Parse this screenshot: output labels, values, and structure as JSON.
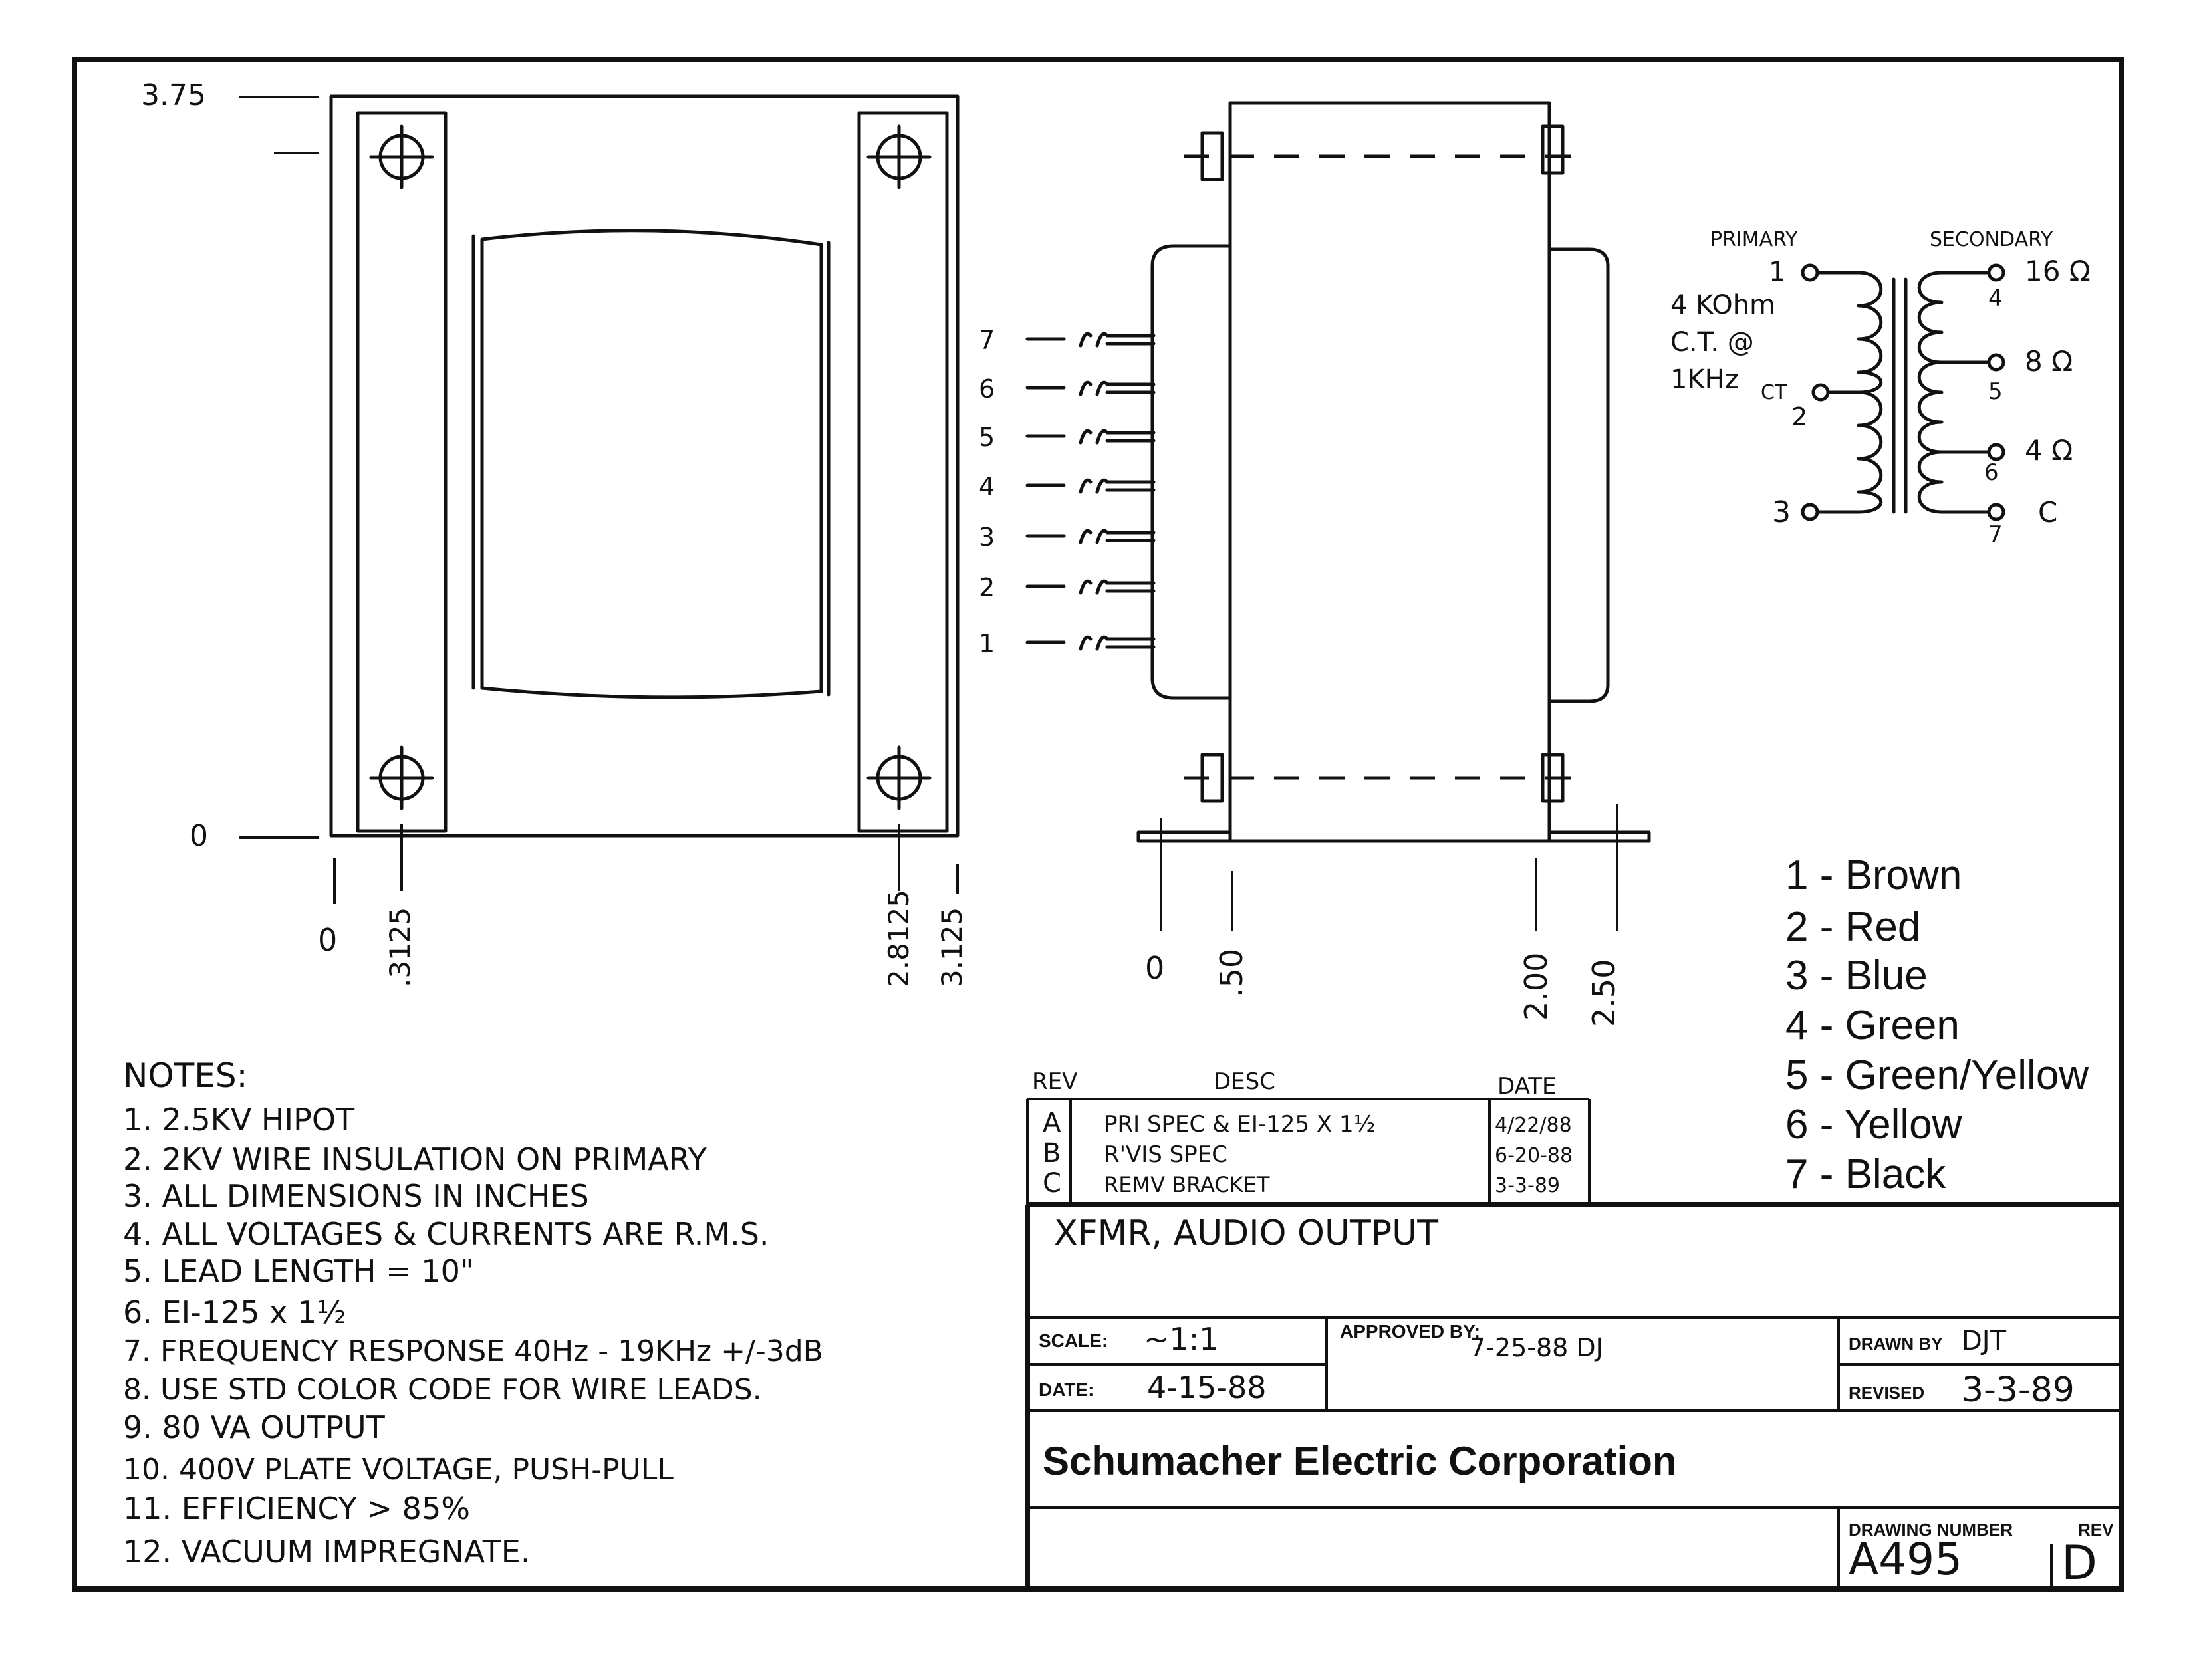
{
  "front_view": {
    "y_dims": [
      "3.75",
      "0"
    ],
    "x_dims": [
      "0",
      ".3125",
      "2.8125",
      "3.125"
    ]
  },
  "side_view": {
    "lead_numbers": [
      "7",
      "6",
      "5",
      "4",
      "3",
      "2",
      "1"
    ],
    "x_dims": [
      "0",
      ".50",
      "2.00",
      "2.50"
    ]
  },
  "schematic": {
    "primary_label": "PRIMARY",
    "secondary_label": "SECONDARY",
    "impedance_lines": [
      "4 KOhm",
      "C.T. @",
      "1KHz"
    ],
    "primary_taps": [
      "1",
      "CT",
      "2",
      "3"
    ],
    "secondary_taps": [
      {
        "pin": "4",
        "label": "16 Ω"
      },
      {
        "pin": "5",
        "label": "8 Ω"
      },
      {
        "pin": "6",
        "label": "4 Ω"
      },
      {
        "pin": "7",
        "label": "C"
      }
    ]
  },
  "color_codes": [
    "1 - Brown",
    "2 -  Red",
    "3 -  Blue",
    "4 - Green",
    "5 - Green/Yellow",
    "6 - Yellow",
    "7 - Black"
  ],
  "notes": {
    "heading": "NOTES:",
    "items": [
      "1. 2.5KV HIPOT",
      "2. 2KV WIRE INSULATION ON PRIMARY",
      "3. ALL DIMENSIONS IN INCHES",
      "4. ALL VOLTAGES & CURRENTS ARE R.M.S.",
      "5. LEAD LENGTH = 10\"",
      "6. EI-125 x 1½",
      "7. FREQUENCY RESPONSE  40Hz - 19KHz  +/-3dB",
      "8. USE STD COLOR CODE FOR WIRE LEADS.",
      "9. 80 VA OUTPUT",
      "10. 400V PLATE VOLTAGE, PUSH-PULL",
      "11. EFFICIENCY > 85%",
      "12. VACUUM IMPREGNATE."
    ]
  },
  "revisions": {
    "headers": {
      "rev": "REV",
      "desc": "DESC",
      "date": "DATE"
    },
    "rows": [
      {
        "rev": "A",
        "desc": "PRI SPEC & EI-125 X 1½",
        "date": "4/22/88"
      },
      {
        "rev": "B",
        "desc": "R'VIS SPEC",
        "date": "6-20-88"
      },
      {
        "rev": "C",
        "desc": "REMV BRACKET",
        "date": "3-3-89"
      }
    ]
  },
  "title_block": {
    "title": "XFMR, AUDIO OUTPUT",
    "scale_label": "SCALE:",
    "scale_value": "~1:1",
    "approved_label": "APPROVED BY:",
    "approved_value": "7-25-88  DJ",
    "drawn_label": "DRAWN BY",
    "drawn_value": "DJT",
    "date_label": "DATE:",
    "date_value": "4-15-88",
    "revised_label": "REVISED",
    "revised_value": "3-3-89",
    "company": "Schumacher Electric Corporation",
    "drawing_number_label": "DRAWING NUMBER",
    "rev_label": "REV",
    "drawing_number": "A495",
    "rev_value": "D"
  }
}
